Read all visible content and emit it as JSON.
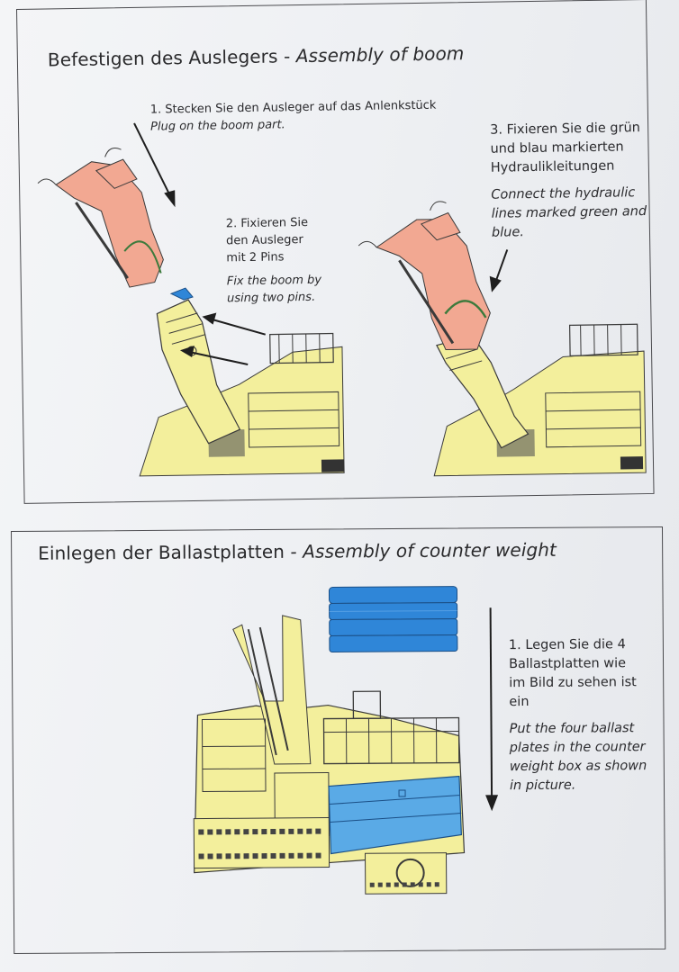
{
  "boom_section": {
    "title_de": "Befestigen des Auslegers - ",
    "title_en": "Assembly of boom",
    "step1": {
      "de": "1. Stecken Sie den Ausleger auf das Anlenkstück",
      "en": "Plug on the boom part."
    },
    "step2": {
      "de_lines": [
        "2. Fixieren Sie",
        "den Ausleger",
        "mit 2 Pins"
      ],
      "en_lines": [
        "Fix the boom by",
        "using two pins."
      ]
    },
    "step3": {
      "de_lines": [
        "3. Fixieren Sie die grün",
        "und blau markierten",
        "Hydraulikleitungen"
      ],
      "en_lines": [
        "Connect the hydraulic",
        "lines marked green and",
        "blue."
      ]
    }
  },
  "ballast_section": {
    "title_de": "Einlegen der Ballastplatten - ",
    "title_en": "Assembly of counter weight",
    "step1": {
      "de_lines": [
        "1. Legen Sie die 4",
        "Ballastplatten wie",
        "im Bild zu sehen ist",
        "ein"
      ],
      "en_lines": [
        "Put the four ballast",
        "plates in the counter",
        "weight box as shown",
        "in picture."
      ]
    }
  },
  "colors": {
    "machine_yellow": "#f3ef9c",
    "boom_salmon": "#f2a892",
    "ballast_blue": "#2f86d8",
    "line_dark": "#3a3a3a",
    "hose_green": "#3c7a3c"
  }
}
